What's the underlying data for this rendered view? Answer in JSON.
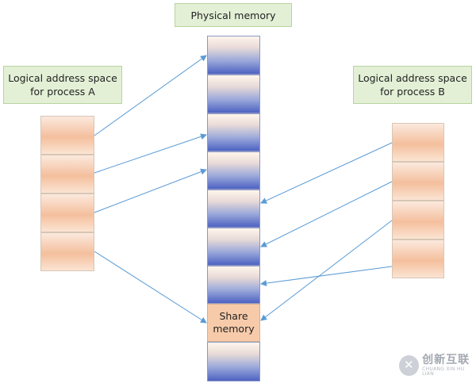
{
  "labels": {
    "physical_memory": "Physical memory",
    "process_a": "Logical address space\nfor process A",
    "process_b": "Logical address space\nfor process B",
    "share_memory": "Share\nmemory"
  },
  "watermark": {
    "text": "创新互联",
    "subtext": "CHUANG XIN HU LIAN"
  },
  "colors": {
    "label_fill": "#e3f0d6",
    "process_block": "#f4bf9d",
    "physical_frame": "#4e63c2",
    "arrow": "#5b9bd5"
  }
}
